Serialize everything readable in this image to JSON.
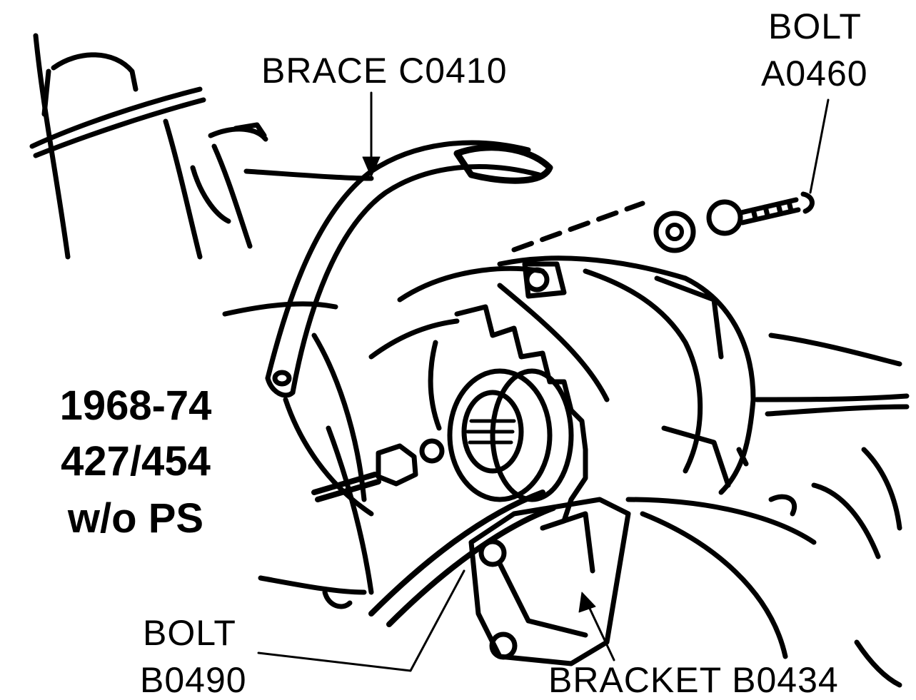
{
  "labels": {
    "brace": "BRACE C0410",
    "bolt_top_line1": "BOLT",
    "bolt_top_line2": "A0460",
    "bolt_bottom_line1": "BOLT",
    "bolt_bottom_line2": "B0490",
    "bracket": "BRACKET B0434"
  },
  "title": {
    "line1": "1968-74",
    "line2": "427/454",
    "line3": "w/o PS"
  },
  "colors": {
    "ink": "#000000",
    "paper": "#ffffff"
  }
}
